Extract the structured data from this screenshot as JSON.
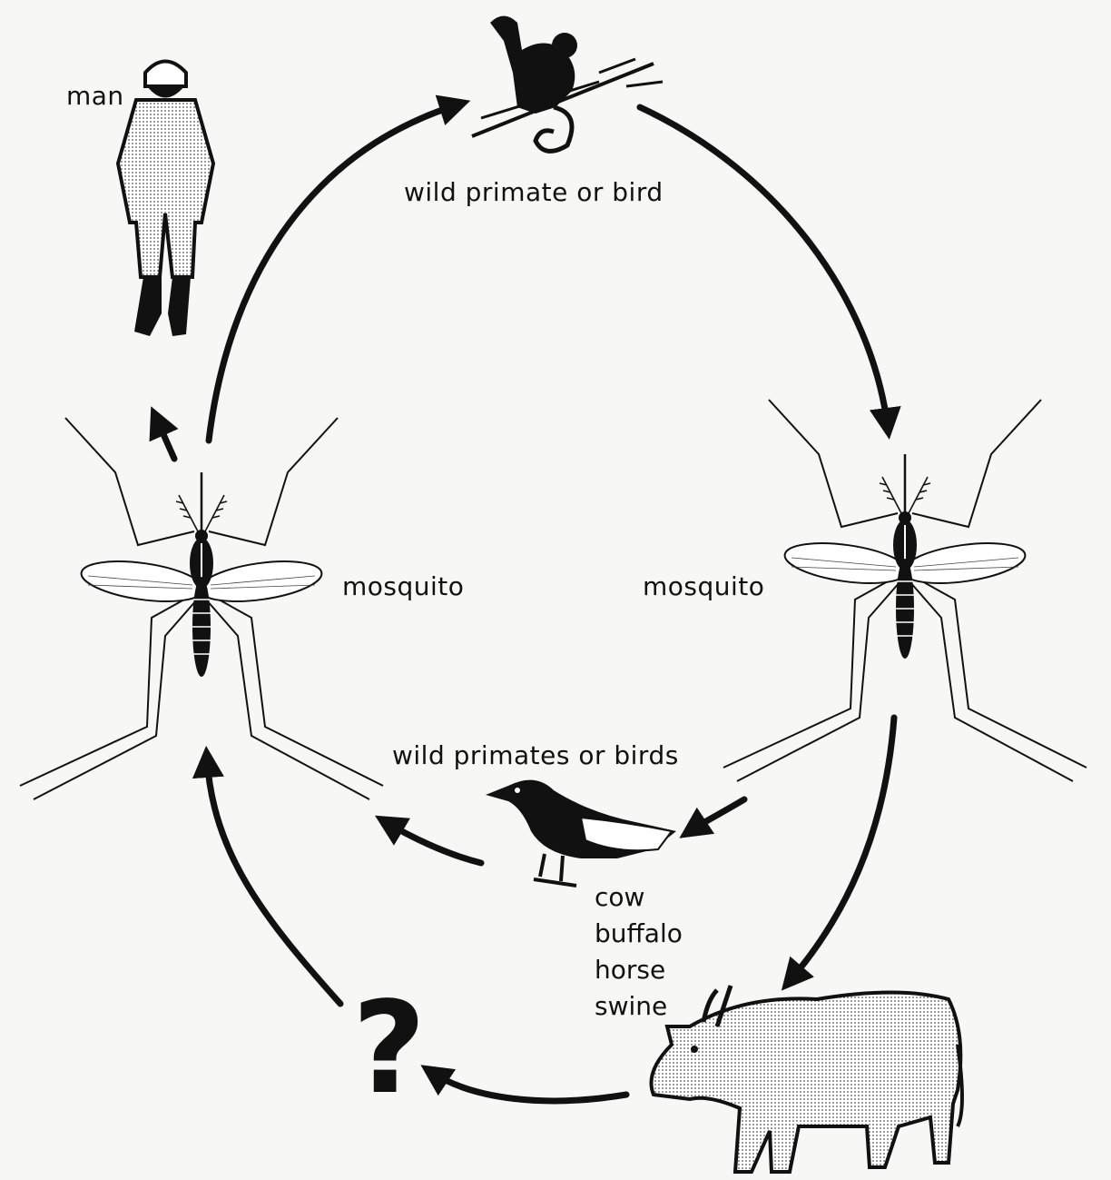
{
  "labels": {
    "man": "man",
    "wild_primate_or_bird": "wild primate or bird",
    "mosquito_left": "mosquito",
    "mosquito_right": "mosquito",
    "wild_primates_or_birds": "wild primates or birds",
    "question_mark": "?"
  },
  "domestic_hosts": [
    "cow",
    "buffalo",
    "horse",
    "swine"
  ],
  "icons": {
    "man": "soldier-icon",
    "primate": "monkey-icon",
    "bird": "bird-icon",
    "cow": "cow-icon",
    "mosquito": "mosquito-icon"
  },
  "colors": {
    "ink": "#111111",
    "paper": "#f7f7f5"
  }
}
